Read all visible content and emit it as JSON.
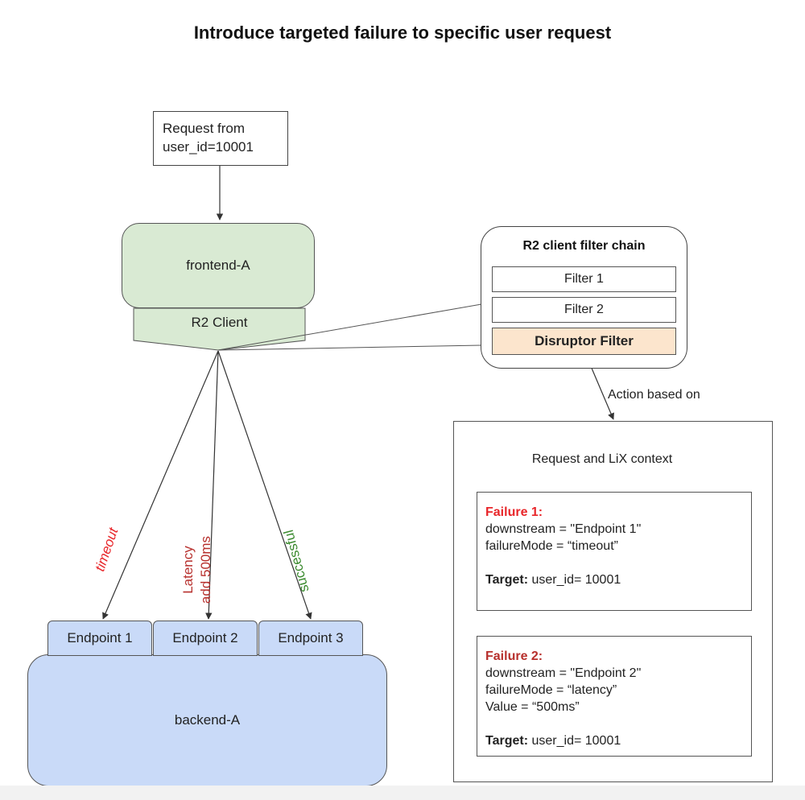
{
  "title": "Introduce targeted failure to specific user request",
  "request": {
    "line1": "Request from",
    "line2": "user_id=10001"
  },
  "frontend": {
    "name": "frontend-A",
    "client": "R2 Client"
  },
  "filter_chain": {
    "title": "R2 client filter chain",
    "filters": [
      "Filter 1",
      "Filter 2",
      "Disruptor Filter"
    ]
  },
  "action_label": "Action based on",
  "context": {
    "title": "Request and LiX context",
    "failures": [
      {
        "heading": "Failure 1:",
        "downstream": "downstream = \"Endpoint 1\"",
        "mode": "failureMode = “timeout”",
        "target_label": "Target:",
        "target_value": " user_id= 10001"
      },
      {
        "heading": "Failure 2:",
        "downstream": "downstream = \"Endpoint 2\"",
        "mode": "failureMode = “latency”",
        "value": "Value = “500ms”",
        "target_label": "Target:",
        "target_value": " user_id= 10001"
      }
    ]
  },
  "endpoints": [
    "Endpoint 1",
    "Endpoint 2",
    "Endpoint 3"
  ],
  "backend": {
    "name": "backend-A"
  },
  "edge_labels": {
    "timeout": "timeout",
    "latency_line1": "Latency",
    "latency_line2": "add 500ms",
    "successful": "successful"
  },
  "colors": {
    "frontend_fill": "#d9ead3",
    "backend_fill": "#c9daf8",
    "disruptor_fill": "#fce5cd",
    "failure_red": "#e8262a",
    "failure_dark_red": "#b7302d",
    "success_green": "#3a8a2e"
  }
}
